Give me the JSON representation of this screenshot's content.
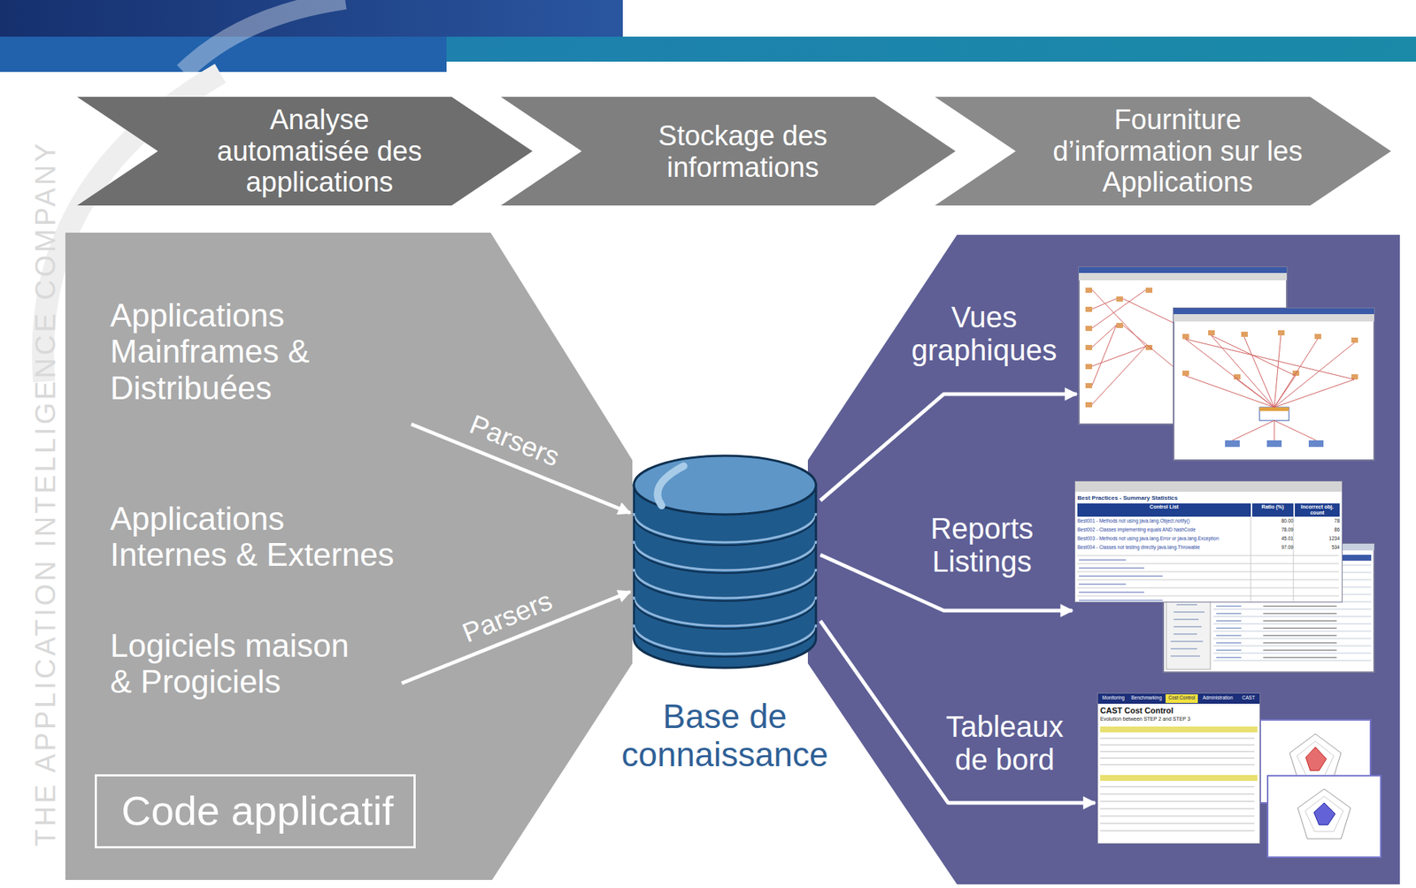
{
  "diagram": {
    "nodes": [
      {
        "text": [
          "Analyse automatisée des applications"
        ]
      },
      {
        "text": [
          "Stockage des informations"
        ]
      },
      {
        "text": [
          "Fourniture d’information sur les Applications"
        ]
      },
      {
        "text": [
          "Applications Mainframes & Distribuées",
          "Applications Internes & Externes",
          "Logiciels maison & Progiciels"
        ]
      },
      {
        "text": [
          "Code applicatif"
        ],
        "in": 3
      },
      {
        "text": [
          "Base de connaissance"
        ]
      },
      {
        "text": [
          "Vues graphiques"
        ]
      },
      {
        "text": [
          "Reports Listings",
          "Best Practices - Summary Statistics",
          "Control List",
          "Ratio (%)",
          "Incorrect obj. count",
          "Best001 - Methods not using java.lang.Object.notify()",
          "80.00",
          "78",
          "Best002 - Classes implementing equals AND hashCode",
          "78.09",
          "86",
          "Best003 - Methods not using java.lang.Error or java.lang.Exception",
          "45.01",
          "1234",
          "Best004 - Classes not testing directly java.lang.Throwable",
          "97.09",
          "534"
        ]
      },
      {
        "text": [
          "Tableaux de bord",
          "Monitoring",
          "Benchmarking",
          "Cost Control",
          "Administration",
          "CAST",
          "CAST Cost Control",
          "Evolution between STEP 2 and STEP 3"
        ]
      }
    ],
    "edges": [
      {
        "from": 3,
        "to": 5,
        "label": "Parsers",
        "arrow": "to"
      },
      {
        "from": 3,
        "to": 5,
        "label": "Parsers",
        "arrow": "to"
      },
      {
        "from": 5,
        "to": 6,
        "arrow": "to"
      },
      {
        "from": 5,
        "to": 7,
        "arrow": "to"
      },
      {
        "from": 5,
        "to": 8,
        "arrow": "to"
      }
    ],
    "labels": [
      "THE APPLICATION INTELLIGENCE COMPANY"
    ]
  }
}
